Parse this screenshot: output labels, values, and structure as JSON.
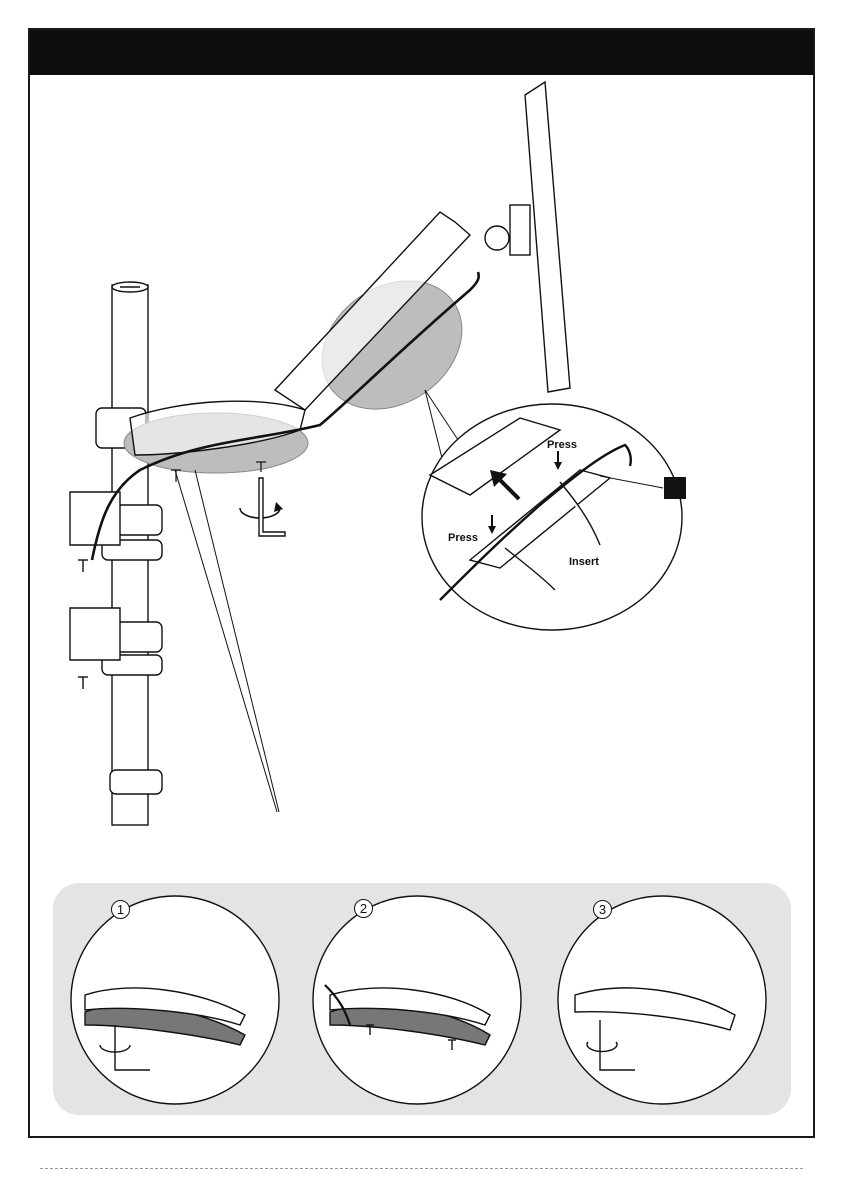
{
  "labels": {
    "press_top": "Press",
    "press_bottom": "Press",
    "insert": "Insert"
  },
  "steps": [
    {
      "number": "1"
    },
    {
      "number": "2"
    },
    {
      "number": "3"
    }
  ],
  "icons": {
    "rotate_arrow": "rotate-arrow-icon",
    "hex_key": "hex-key-icon",
    "right_arrow": "right-arrow-icon"
  },
  "colors": {
    "header": "#0d0d0d",
    "highlight": "#bdbdbd",
    "panel": "#e4e4e4"
  }
}
